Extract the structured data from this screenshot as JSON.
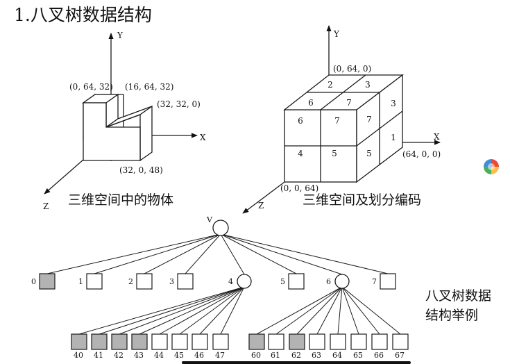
{
  "title": "1.八叉树数据结构",
  "left_figure": {
    "caption": "三维空间中的物体",
    "axes": {
      "x": "X",
      "y": "Y",
      "z": "Z"
    },
    "coords": {
      "top_left": "(0, 64, 32)",
      "top_right": "(16, 64, 32)",
      "right": "(32, 32, 0)",
      "bottom": "(32, 0, 48)"
    }
  },
  "right_figure": {
    "caption": "三维空间及划分编码",
    "axes": {
      "x": "X",
      "y": "Y",
      "z": "Z"
    },
    "coords": {
      "top": "(0, 64, 0)",
      "right": "(64, 0, 0)",
      "origin": "(0, 0, 64)"
    },
    "cell_codes": {
      "top_back_left": "2",
      "top_back_right": "3",
      "top_front_left": "6",
      "top_front_right": "7",
      "front_upper_left": "6",
      "front_upper_right": "7",
      "front_lower_left": "4",
      "front_lower_right": "5",
      "side_upper_front": "7",
      "side_upper_back": "3",
      "side_lower_front": "5",
      "side_lower_back": "1"
    }
  },
  "tree": {
    "root_label": "V",
    "caption_lines": [
      "八叉树数据",
      "结构举例"
    ],
    "level1": [
      {
        "label": "0",
        "type": "filled"
      },
      {
        "label": "1",
        "type": "empty"
      },
      {
        "label": "2",
        "type": "empty"
      },
      {
        "label": "3",
        "type": "empty"
      },
      {
        "label": "4",
        "type": "partial"
      },
      {
        "label": "5",
        "type": "empty"
      },
      {
        "label": "6",
        "type": "partial"
      },
      {
        "label": "7",
        "type": "empty"
      }
    ],
    "children_of_4": [
      {
        "label": "40",
        "type": "filled"
      },
      {
        "label": "41",
        "type": "filled"
      },
      {
        "label": "42",
        "type": "filled"
      },
      {
        "label": "43",
        "type": "filled"
      },
      {
        "label": "44",
        "type": "empty"
      },
      {
        "label": "45",
        "type": "empty"
      },
      {
        "label": "46",
        "type": "empty"
      },
      {
        "label": "47",
        "type": "empty"
      }
    ],
    "children_of_6": [
      {
        "label": "60",
        "type": "filled"
      },
      {
        "label": "61",
        "type": "empty"
      },
      {
        "label": "62",
        "type": "filled"
      },
      {
        "label": "63",
        "type": "empty"
      },
      {
        "label": "64",
        "type": "empty"
      },
      {
        "label": "65",
        "type": "empty"
      },
      {
        "label": "66",
        "type": "empty"
      },
      {
        "label": "67",
        "type": "empty"
      }
    ]
  },
  "colors": {
    "filled": "#b3b3b3",
    "empty": "#ffffff",
    "stroke": "#1a1a1a"
  },
  "icons": {
    "side_badge": "colorful-logo-icon"
  }
}
